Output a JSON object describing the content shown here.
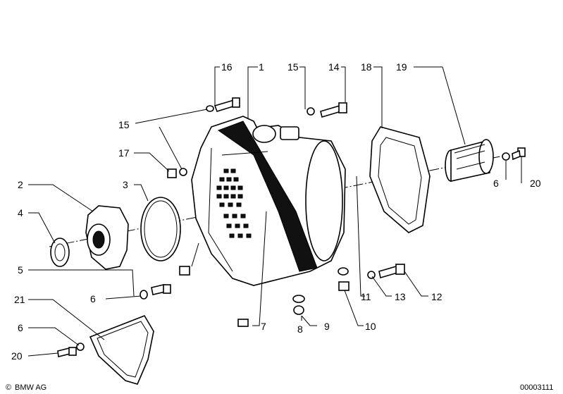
{
  "diagram": {
    "callouts": {
      "c1": "1",
      "c2": "2",
      "c3": "3",
      "c4": "4",
      "c5": "5",
      "c6a": "6",
      "c6b": "6",
      "c6c": "6",
      "c7": "7",
      "c8": "8",
      "c9": "9",
      "c10": "10",
      "c11": "11",
      "c12": "12",
      "c13": "13",
      "c14": "14",
      "c15a": "15",
      "c15b": "15",
      "c16": "16",
      "c17": "17",
      "c18": "18",
      "c19": "19",
      "c20a": "20",
      "c20b": "20",
      "c21": "21"
    }
  },
  "footer": {
    "brand": "BMW AG",
    "copyright_symbol": "©",
    "image_number": "00003111"
  },
  "icons": {
    "brand_mark": "copyright-icon"
  }
}
